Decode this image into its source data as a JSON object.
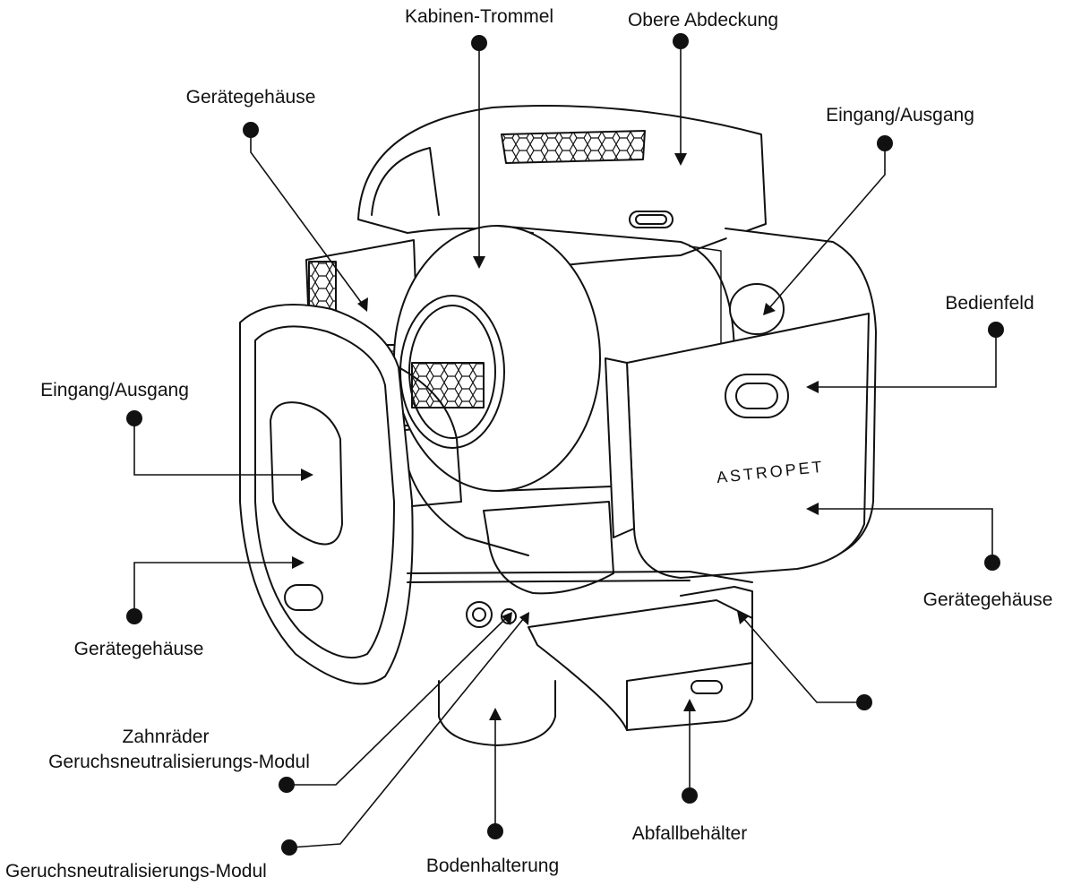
{
  "brand": "ASTROPET",
  "colors": {
    "line": "#111111",
    "background": "#ffffff"
  },
  "labels": {
    "kabinen_trommel": "Kabinen-Trommel",
    "obere_abdeckung": "Obere Abdeckung",
    "geraetegehaeuse_top": "Gerätegehäuse",
    "eingang_ausgang_right": "Eingang/Ausgang",
    "bedienfeld": "Bedienfeld",
    "eingang_ausgang_left": "Eingang/Ausgang",
    "geraetegehaeuse_left": "Gerätegehäuse",
    "geraetegehaeuse_right": "Gerätegehäuse",
    "zahnraeder_line1": "Zahnräder",
    "zahnraeder_line2": "Geruchsneutralisierungs-Modul",
    "geruchs_modul": "Geruchsneutralisierungs-Modul",
    "bodenhalterung": "Bodenhalterung",
    "abfallbehaelter": "Abfallbehälter"
  }
}
